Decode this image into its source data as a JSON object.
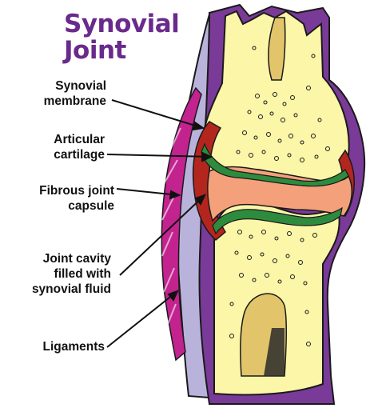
{
  "title": {
    "line1": "Synovial",
    "line2": "Joint"
  },
  "labels": {
    "synovial_membrane": [
      "Synovial",
      "membrane"
    ],
    "articular_cartilage": [
      "Articular",
      "cartilage"
    ],
    "fibrous_joint_capsule": [
      "Fibrous joint",
      "capsule"
    ],
    "joint_cavity": [
      "Joint cavity",
      "filled with",
      "synovial fluid"
    ],
    "ligaments": [
      "Ligaments"
    ]
  },
  "colors": {
    "title": "#6a2a8c",
    "bone": "#fbf6a8",
    "capsule_purple": "#7a3a98",
    "outer_lavender": "#b9b3dc",
    "ligament_magenta": "#c3238f",
    "cartilage_green": "#2e8b3e",
    "synovial_fluid": "#f4a07a",
    "membrane_red": "#b3261e",
    "marrow": "#e2c56a"
  }
}
